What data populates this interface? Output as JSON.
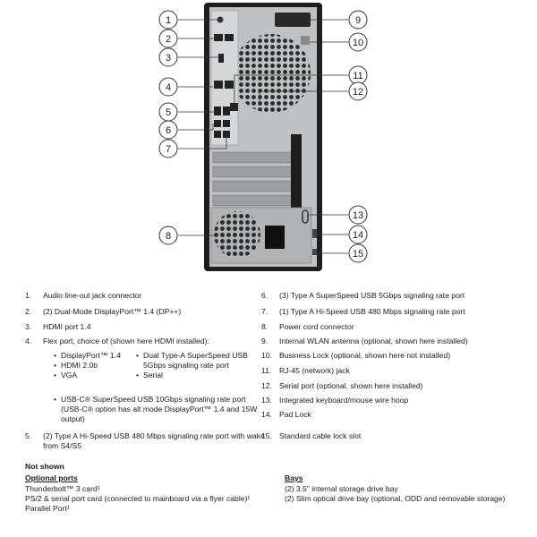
{
  "callouts": [
    "1",
    "2",
    "3",
    "4",
    "5",
    "6",
    "7",
    "8",
    "9",
    "10",
    "11",
    "12",
    "13",
    "14",
    "15"
  ],
  "legend_left": [
    {
      "num": "1.",
      "text": "Audio line-out jack connector"
    },
    {
      "num": "2.",
      "text": "(2) Dual-Mode DisplayPort™ 1.4 (DP++)"
    },
    {
      "num": "3.",
      "text": "HDMI port 1.4"
    },
    {
      "num": "4.",
      "text": "Flex port, choice of (shown here HDMI installed):"
    },
    {
      "num": "5.",
      "text": "(2) Type A Hi-Speed USB 480 Mbps signaling rate port with wake from S4/S5"
    }
  ],
  "flex_options_col1": [
    "DisplayPort™ 1.4",
    "HDMI 2.0b",
    "VGA"
  ],
  "flex_options_col2": [
    "Dual Type-A SuperSpeed USB 5Gbps signaling rate port",
    "Serial"
  ],
  "flex_option_usbc": "USB-C® SuperSpeed USB 10Gbps signaling rate port (USB-C® option has alt mode DisplayPort™ 1.4 and 15W output)",
  "legend_right": [
    {
      "num": "6.",
      "text": "(3) Type A SuperSpeed USB 5Gbps signaling rate port"
    },
    {
      "num": "7.",
      "text": "(1) Type A Hi-Speed USB 480 Mbps signaling rate port"
    },
    {
      "num": "8.",
      "text": "Power cord connector"
    },
    {
      "num": "9.",
      "text": "Internal WLAN antenna (optional, shown here installed)"
    },
    {
      "num": "10.",
      "text": "Business Lock (optional, shown here not installed)"
    },
    {
      "num": "11.",
      "text": "RJ-45 (network) jack"
    },
    {
      "num": "12.",
      "text": "Serial port (optional, shown here installed)"
    },
    {
      "num": "13.",
      "text": "Integrated keyboard/mouse wire hoop"
    },
    {
      "num": "14.",
      "text": "Pad Lock"
    },
    {
      "num": "15.",
      "text": "Standard cable lock slot"
    }
  ],
  "not_shown": {
    "heading": "Not shown",
    "optional_heading": "Optional ports",
    "optional_items": [
      "Thunderbolt™ 3 card¹",
      "PS/2 & serial port card (connected to mainboard via a flyer cable)¹",
      "Parallel Port¹"
    ],
    "bays_heading": "Bays",
    "bays_items": [
      "(2) 3.5\" internal storage drive bay",
      "(2) Slim optical drive bay (optional, ODD and removable storage)"
    ]
  },
  "colors": {
    "case_outer": "#1e1e1e",
    "panel": "#bfc0c1",
    "callout_border": "#333333"
  }
}
